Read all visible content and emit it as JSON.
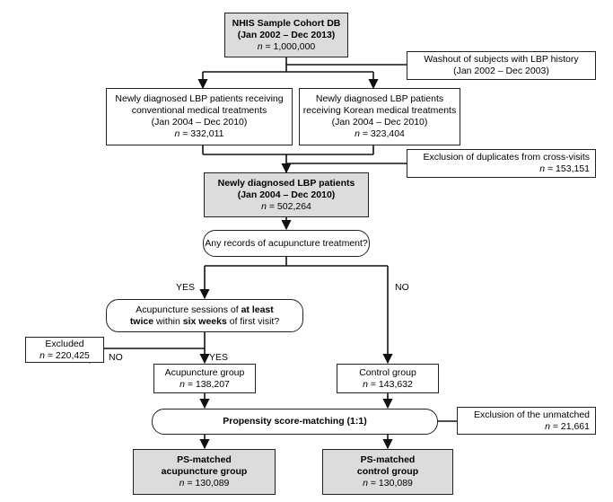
{
  "cohort": {
    "title_line1": "NHIS Sample Cohort DB",
    "title_line2": "(Jan 2002 – Dec 2013)",
    "n_prefix": "n",
    "n_value": " = 1,000,000"
  },
  "washout": {
    "line1": "Washout of subjects with LBP history",
    "line2": "(Jan 2002 – Dec 2003)"
  },
  "conventional": {
    "line1": "Newly diagnosed LBP patients receiving",
    "line2": "conventional medical treatments",
    "line3": "(Jan 2004 – Dec 2010)",
    "n_prefix": "n",
    "n_value": " = 332,011"
  },
  "korean": {
    "line1": "Newly diagnosed LBP patients",
    "line2": "receiving Korean medical treatments",
    "line3": "(Jan 2004 – Dec 2010)",
    "n_prefix": "n",
    "n_value": " = 323,404"
  },
  "duplicates": {
    "line1": "Exclusion of duplicates from cross-visits",
    "n_prefix": "n",
    "n_value": " = 153,151"
  },
  "newly": {
    "line1": "Newly diagnosed LBP patients",
    "line2": "(Jan 2004 – Dec 2010)",
    "n_prefix": "n",
    "n_value": " = 502,264"
  },
  "question1": "Any records of acupuncture treatment?",
  "yes1": "YES",
  "no1": "NO",
  "question2": {
    "part1": "Acupuncture sessions of ",
    "bold1": "at least",
    "part2_bold": "twice",
    "part3": " within ",
    "bold2": "six weeks",
    "part4": " of first visit?"
  },
  "excluded": {
    "line1": "Excluded",
    "n_prefix": "n",
    "n_value": " = 220,425"
  },
  "no2": "NO",
  "yes2": "YES",
  "acu_group": {
    "line1": "Acupuncture group",
    "n_prefix": "n",
    "n_value": " = 138,207"
  },
  "control_group": {
    "line1": "Control group",
    "n_prefix": "n",
    "n_value": " = 143,632"
  },
  "psm": "Propensity score-matching (1:1)",
  "unmatched": {
    "line1": "Exclusion of the unmatched",
    "n_prefix": "n",
    "n_value": " = 21,661"
  },
  "ps_acu": {
    "line1": "PS-matched",
    "line2": "acupuncture group",
    "n_prefix": "n",
    "n_value": " = 130,089"
  },
  "ps_ctrl": {
    "line1": "PS-matched",
    "line2": "control group",
    "n_prefix": "n",
    "n_value": " = 130,089"
  }
}
